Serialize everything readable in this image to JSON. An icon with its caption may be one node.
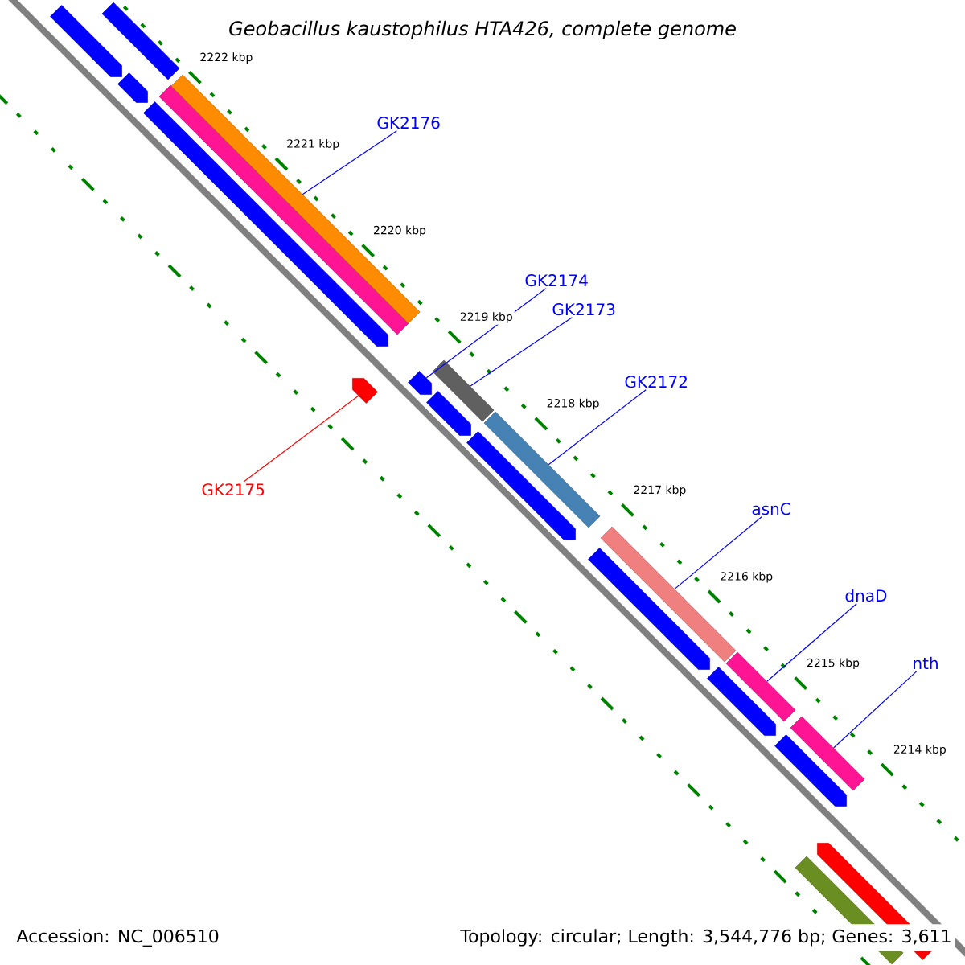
{
  "diagram": {
    "title": "Geobacillus kaustophilus HTA426, complete genome",
    "nodes": [
      {
        "text": [
          "GK2176"
        ]
      },
      {
        "text": [
          "GK2174"
        ]
      },
      {
        "text": [
          "GK2173"
        ]
      },
      {
        "text": [
          "GK2172"
        ]
      },
      {
        "text": [
          "asnC"
        ]
      },
      {
        "text": [
          "dnaD"
        ]
      },
      {
        "text": [
          "nth"
        ]
      },
      {
        "text": [
          "GK2175"
        ]
      },
      {
        "text": [],
        "shape": "pentagon"
      },
      {
        "text": [],
        "shape": "pentagon"
      },
      {
        "text": [],
        "shape": "bar"
      },
      {
        "text": [],
        "shape": "pentagon"
      },
      {
        "text": [],
        "shape": "bar"
      },
      {
        "text": [],
        "shape": "bar"
      },
      {
        "text": [],
        "shape": "pentagon"
      },
      {
        "text": [],
        "shape": "pentagon"
      },
      {
        "text": [],
        "shape": "pentagon"
      },
      {
        "text": [],
        "shape": "bar"
      },
      {
        "text": [],
        "shape": "pentagon"
      },
      {
        "text": [],
        "shape": "bar"
      },
      {
        "text": [],
        "shape": "pentagon"
      },
      {
        "text": [],
        "shape": "bar"
      },
      {
        "text": [],
        "shape": "pentagon"
      },
      {
        "text": [],
        "shape": "bar"
      },
      {
        "text": [],
        "shape": "pentagon"
      },
      {
        "text": [],
        "shape": "bar"
      },
      {
        "text": [],
        "shape": "bar"
      },
      {
        "text": [],
        "shape": "pentagon"
      }
    ],
    "edges": [
      {
        "from": 0,
        "to": 13,
        "arrow": "none"
      },
      {
        "from": 1,
        "to": 15,
        "arrow": "none"
      },
      {
        "from": 2,
        "to": 17,
        "arrow": "none"
      },
      {
        "from": 3,
        "to": 19,
        "arrow": "none"
      },
      {
        "from": 4,
        "to": 21,
        "arrow": "none"
      },
      {
        "from": 5,
        "to": 23,
        "arrow": "none"
      },
      {
        "from": 6,
        "to": 25,
        "arrow": "none"
      },
      {
        "from": 7,
        "to": 14,
        "arrow": "none",
        "color": "#ff0000"
      }
    ],
    "labels": [
      "2222 kbp",
      "2221 kbp",
      "2220 kbp",
      "2219 kbp",
      "2218 kbp",
      "2217 kbp",
      "2216 kbp",
      "2215 kbp",
      "2214 kbp",
      "Accession: NC_006510",
      "Topology: circular; Length: 3,544,776 bp; Genes: 3,611"
    ]
  }
}
